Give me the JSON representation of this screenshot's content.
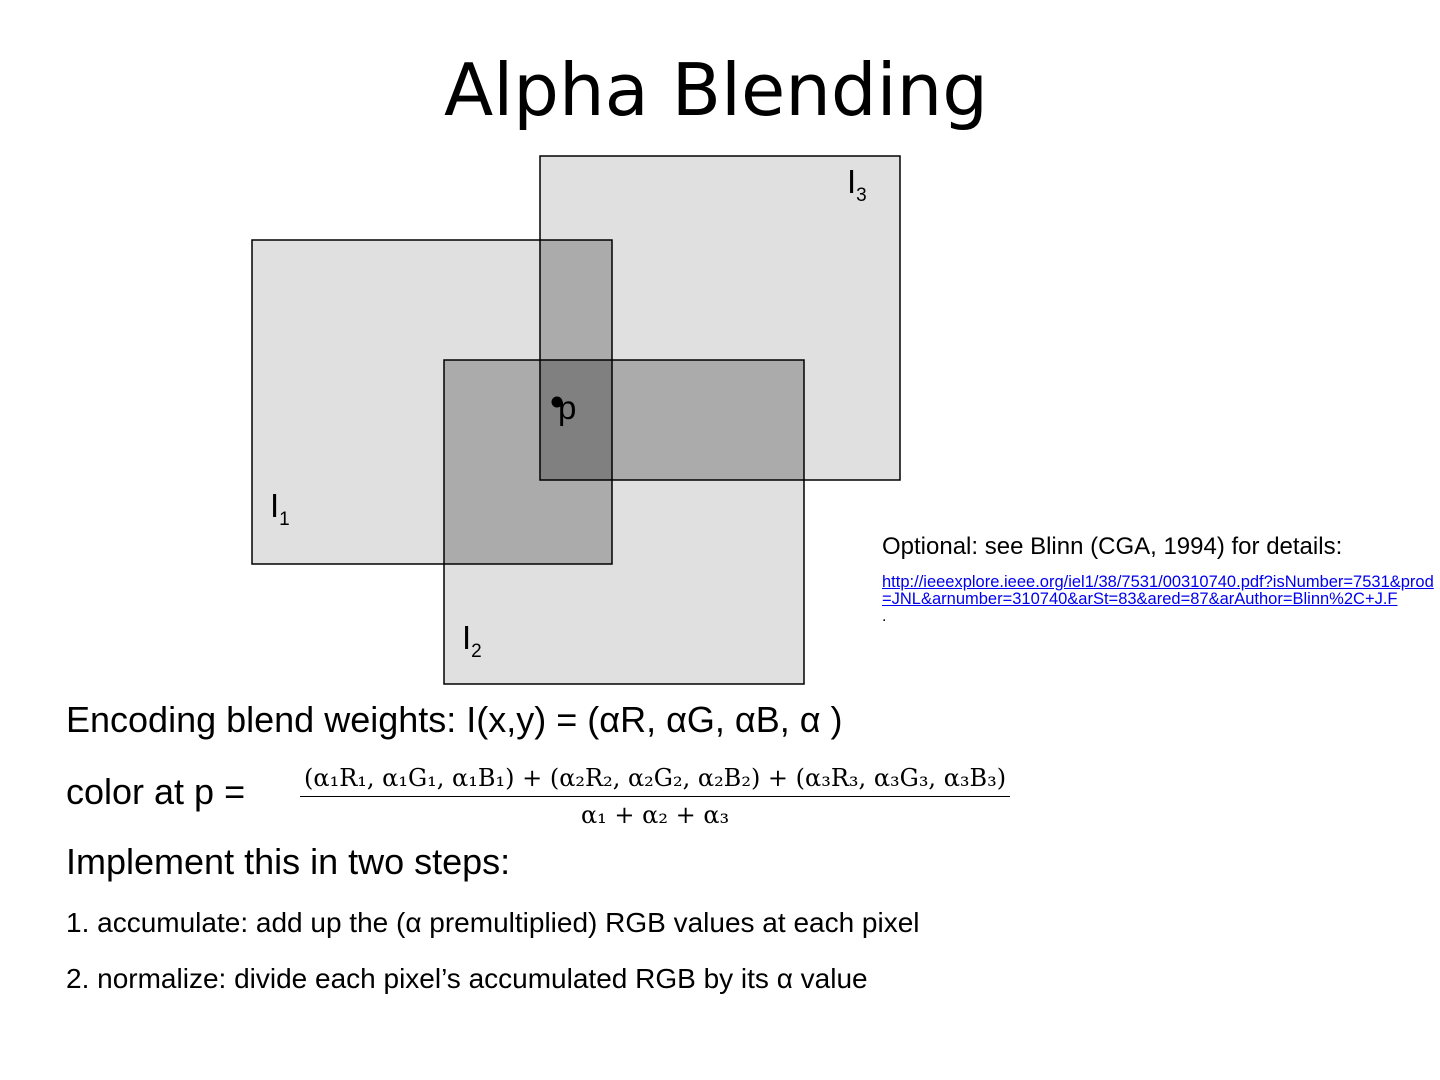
{
  "slide": {
    "title": "Alpha Blending"
  },
  "diagram": {
    "labels": {
      "i1": {
        "base": "I",
        "sub": "1"
      },
      "i2": {
        "base": "I",
        "sub": "2"
      },
      "i3": {
        "base": "I",
        "sub": "3"
      },
      "point": "p"
    },
    "colors": {
      "single": "#e0e0e0",
      "double": "#ababab",
      "triple": "#808080",
      "stroke": "#000000"
    }
  },
  "note": {
    "optional_text": "Optional:  see Blinn (CGA, 1994) for details:",
    "link": "http://ieeexplore.ieee.org/iel1/38/7531/00310740.pdf?isNumber=7531&prod=JNL&arnumber=310740&arSt=83&ared=87&arAuthor=Blinn%2C+J.F",
    "period": "."
  },
  "body": {
    "encoding_line": "Encoding blend weights:   I(x,y) = (αR, αG, αB, α )",
    "color_at_p": "color at p =",
    "formula_numerator": "(α₁R₁,  α₁G₁,  α₁B₁) + (α₂R₂,  α₂G₂,  α₂B₂) + (α₃R₃,  α₃G₃,  α₃B₃)",
    "formula_denominator": "α₁ + α₂ + α₃",
    "implement": "Implement this in two steps:",
    "step1": "1.  accumulate:  add up the (α premultiplied) RGB values at each pixel",
    "step2": "2.  normalize:  divide each pixel’s accumulated RGB by its α value"
  }
}
